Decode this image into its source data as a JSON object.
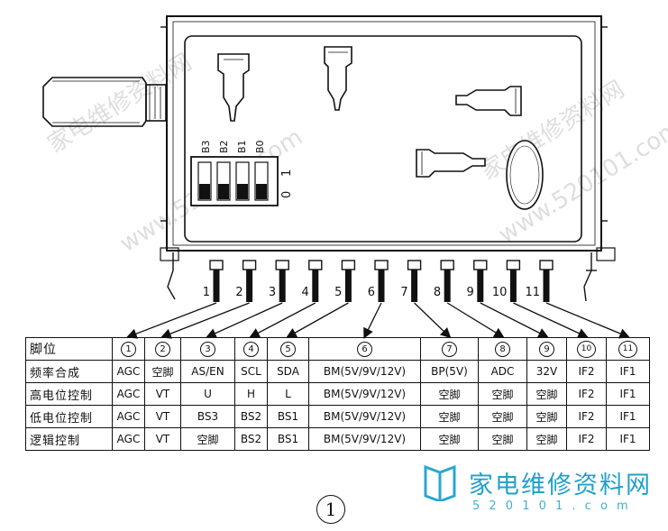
{
  "dip_switch": {
    "labels": [
      "B3",
      "B2",
      "B1",
      "B0"
    ],
    "state_on": "1",
    "state_off": "0"
  },
  "pins": [
    "1",
    "2",
    "3",
    "4",
    "5",
    "6",
    "7",
    "8",
    "9",
    "10",
    "11"
  ],
  "table": {
    "corner": "脚位",
    "columns": [
      "1",
      "2",
      "3",
      "4",
      "5",
      "6",
      "7",
      "8",
      "9",
      "10",
      "11"
    ],
    "rows": [
      {
        "label": "频率合成",
        "cells": [
          "AGC",
          "空脚",
          "AS/EN",
          "SCL",
          "SDA",
          "BM(5V/9V/12V)",
          "BP(5V)",
          "ADC",
          "32V",
          "IF2",
          "IF1"
        ]
      },
      {
        "label": "高电位控制",
        "cells": [
          "AGC",
          "VT",
          "U",
          "H",
          "L",
          "BM(5V/9V/12V)",
          "空脚",
          "空脚",
          "空脚",
          "IF2",
          "IF1"
        ]
      },
      {
        "label": "低电位控制",
        "cells": [
          "AGC",
          "VT",
          "BS3",
          "BS2",
          "BS1",
          "BM(5V/9V/12V)",
          "空脚",
          "空脚",
          "空脚",
          "IF2",
          "IF1"
        ]
      },
      {
        "label": "逻辑控制",
        "cells": [
          "AGC",
          "VT",
          "空脚",
          "BS2",
          "BS1",
          "BM(5V/9V/12V)",
          "空脚",
          "空脚",
          "空脚",
          "IF2",
          "IF1"
        ]
      }
    ]
  },
  "figure_label": "1",
  "brand": {
    "name": "家电维修资料网",
    "url": "5 2 0 1 0 1 . c o m"
  },
  "watermark": {
    "text_1": "家电维修资料网",
    "text_2": "www.520101.com"
  }
}
